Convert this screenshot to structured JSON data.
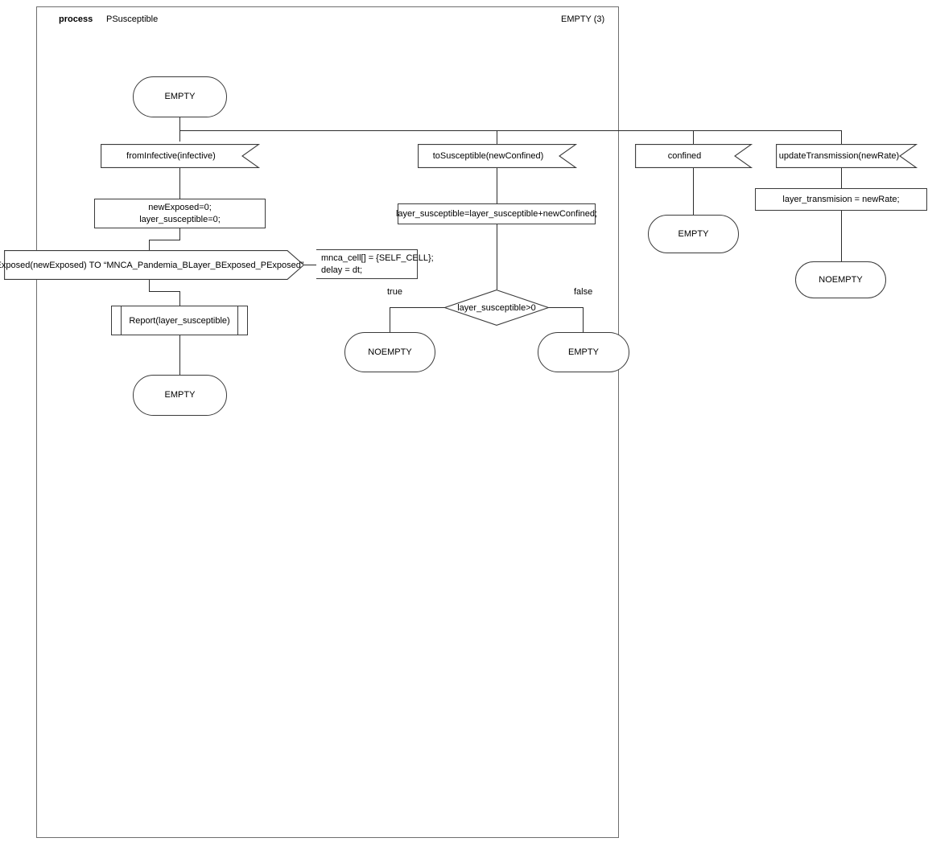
{
  "diagram": {
    "kind": "sdl-process",
    "keyword": "process",
    "name": "PSusceptible",
    "start_state_label": "EMPTY (3)"
  },
  "nodes": {
    "start_state": {
      "label": "EMPTY"
    },
    "branch_a": {
      "input": "fromInfective(infective)",
      "task": "newExposed=0;\nlayer_susceptible=0;",
      "output": "toExposed(newExposed) TO “MNCA_Pandemia_BLayer_BExposed_PExposed”",
      "comment": "mnca_cell[] = {SELF_CELL};\ndelay = dt;",
      "procedure_call": "Report(layer_susceptible)",
      "next_state": "EMPTY"
    },
    "branch_b": {
      "input": "toSusceptible(newConfined)",
      "task": "layer_susceptible=layer_susceptible+newConfined;",
      "decision": "layer_susceptible>0",
      "branch_true_label": "true",
      "branch_false_label": "false",
      "state_true": "NOEMPTY",
      "state_false": "EMPTY"
    },
    "branch_c": {
      "input": "confined",
      "next_state": "EMPTY"
    },
    "branch_d": {
      "input": "updateTransmission(newRate)",
      "task": "layer_transmision = newRate;",
      "next_state": "NOEMPTY"
    }
  },
  "colors": {
    "frame_stroke": "#6e6e6e",
    "symbol_stroke": "#3a3a3a",
    "line_stroke": "#2b2b2b",
    "text": "#000000",
    "background": "#ffffff"
  }
}
